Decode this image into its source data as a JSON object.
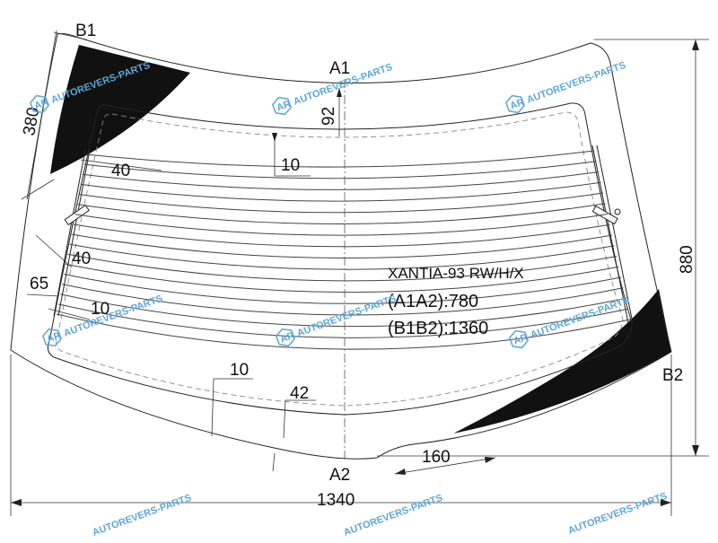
{
  "points": {
    "a1": "A1",
    "a2": "A2",
    "b1": "B1",
    "b2": "B2"
  },
  "dimensions": {
    "width_total": "1340",
    "height_total": "880",
    "b1_edge": "380",
    "a1_top": "92",
    "a1_offset": "10",
    "heater_left_top": "40",
    "heater_left_mid": "40",
    "edge_left": "65",
    "edge_left_small": "10",
    "bottom_offset": "10",
    "bottom_heater": "42",
    "bottom_notch": "160"
  },
  "info": {
    "model": "XANTIA-93 RW/H/X",
    "a1a2": "(A1A2):780",
    "b1b2": "(B1B2):1360"
  },
  "watermark": {
    "text": "AUTOREVERS-PARTS",
    "logo": "AR"
  },
  "colors": {
    "outline": "#222222",
    "ceramic": "#111111",
    "watermark": "#5fa6d6",
    "dashed": "#888888"
  },
  "heater": {
    "line_count": 17
  }
}
